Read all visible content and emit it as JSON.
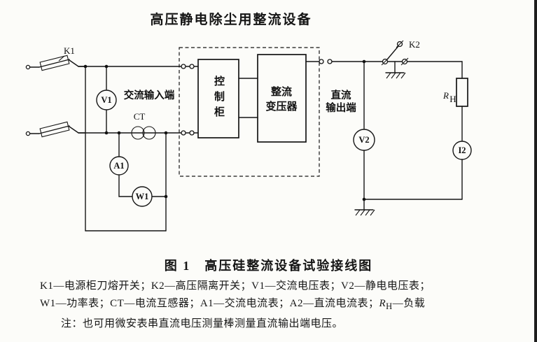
{
  "page": {
    "title": "高压静电除尘用整流设备",
    "caption": "图 1　高压硅整流设备试验接线图"
  },
  "diagram": {
    "switch_k1": "K1",
    "switch_k2": "K2",
    "meter_v1": "V1",
    "meter_v2": "V2",
    "meter_a1": "A1",
    "meter_w1": "W1",
    "meter_i2": "I2",
    "ct": "CT",
    "load_r": "R",
    "load_r_sub": "H",
    "ac_input_label": "交流输入端",
    "dc_output_label_1": "直流",
    "dc_output_label_2": "输出端",
    "control_cabinet": "控制柜",
    "rectifier_transformer_1": "整流",
    "rectifier_transformer_2": "变压器"
  },
  "legend": {
    "line1": "K1—电源柜刀熔开关；K2—高压隔离开关；V1—交流电压表；V2—静电电压表；",
    "line2_a": "W1—功率表；CT—电流互感器；A1—交流电流表；A2—直流电流表；",
    "line2_r": "R",
    "line2_r_sub": "H",
    "line2_b": "—负载",
    "note": "注：也可用微安表串直流电压测量棒测量直流输出端电压。"
  }
}
